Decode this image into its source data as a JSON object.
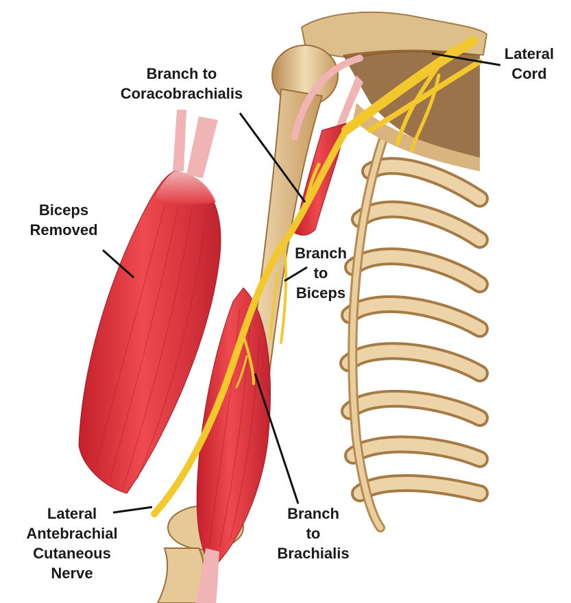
{
  "labels": {
    "lateral_cord": [
      "Lateral",
      "Cord"
    ],
    "branch_coracobrachialis": [
      "Branch to",
      "Coracobrachialis"
    ],
    "biceps_removed": [
      "Biceps",
      "Removed"
    ],
    "branch_biceps": [
      "Branch",
      "to",
      "Biceps"
    ],
    "branch_brachialis": [
      "Branch",
      "to",
      "Brachialis"
    ],
    "lateral_antebrachial": [
      "Lateral",
      "Antebrachial",
      "Cutaneous",
      "Nerve"
    ]
  },
  "colors": {
    "muscle": "#e0343c",
    "muscle_dark": "#b81f2a",
    "tendon": "#f0b4b4",
    "bone": "#e8cfa0",
    "bone_shadow": "#a67a44",
    "nerve": "#f2c82c",
    "leader": "#111111"
  }
}
